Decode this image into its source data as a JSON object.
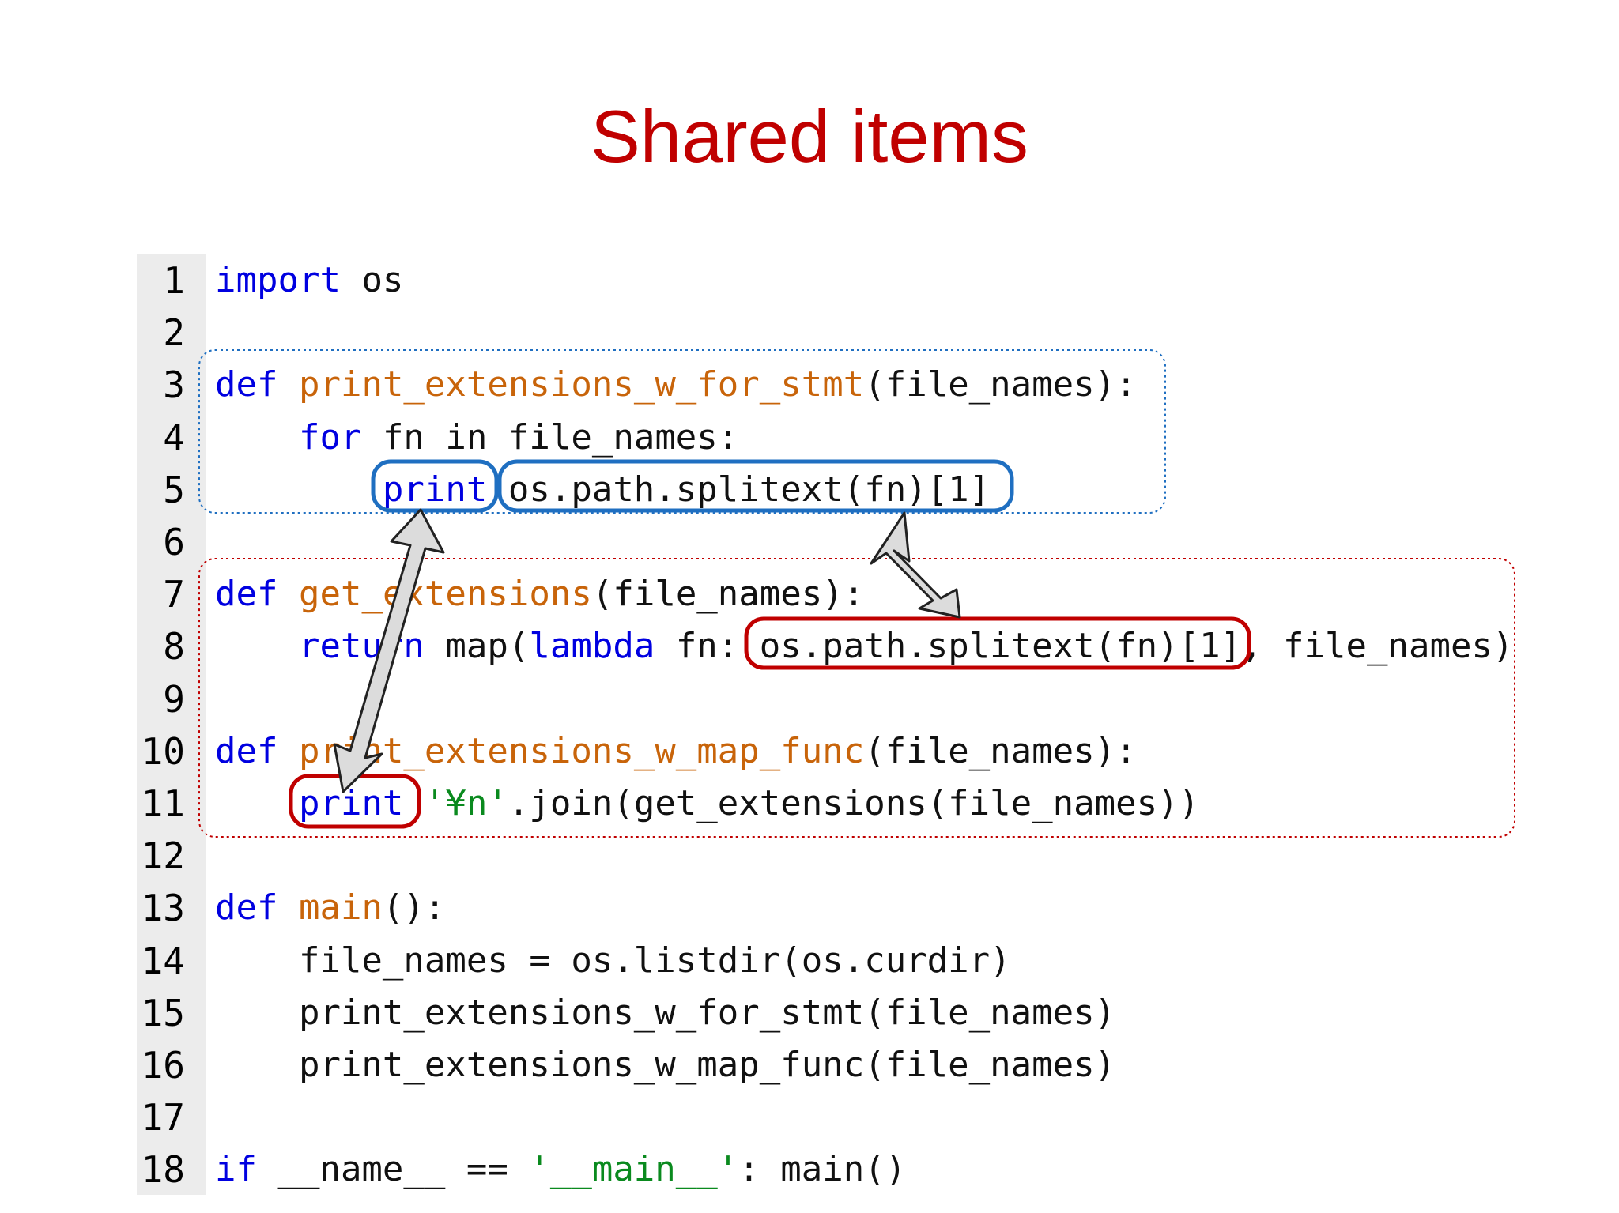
{
  "slide": {
    "title": "Shared items"
  },
  "colors": {
    "title": "#c00000",
    "keyword": "#0000e0",
    "function_name": "#c8640a",
    "string": "#0a8a1e",
    "highlight_blue": "#1f6fc1",
    "highlight_red": "#c00000",
    "arrow_fill": "#dcdcdc",
    "gutter": "#ececec"
  },
  "code": {
    "lines": [
      {
        "num": "1",
        "tokens": [
          {
            "t": "import",
            "c": "kw"
          },
          {
            "t": " os",
            "c": "plain"
          }
        ]
      },
      {
        "num": "2",
        "tokens": []
      },
      {
        "num": "3",
        "tokens": [
          {
            "t": "def",
            "c": "kw"
          },
          {
            "t": " ",
            "c": "plain"
          },
          {
            "t": "print_extensions_w_for_stmt",
            "c": "fn"
          },
          {
            "t": "(file_names):",
            "c": "plain"
          }
        ]
      },
      {
        "num": "4",
        "tokens": [
          {
            "t": "    ",
            "c": "plain"
          },
          {
            "t": "for",
            "c": "kw"
          },
          {
            "t": " fn in file_names:",
            "c": "plain"
          }
        ]
      },
      {
        "num": "5",
        "tokens": [
          {
            "t": "        ",
            "c": "plain"
          },
          {
            "t": "print",
            "c": "kw"
          },
          {
            "t": " os.path.splitext(fn)[1]",
            "c": "plain"
          }
        ]
      },
      {
        "num": "6",
        "tokens": []
      },
      {
        "num": "7",
        "tokens": [
          {
            "t": "def",
            "c": "kw"
          },
          {
            "t": " ",
            "c": "plain"
          },
          {
            "t": "get_extensions",
            "c": "fn"
          },
          {
            "t": "(file_names):",
            "c": "plain"
          }
        ]
      },
      {
        "num": "8",
        "tokens": [
          {
            "t": "    ",
            "c": "plain"
          },
          {
            "t": "return",
            "c": "kw"
          },
          {
            "t": " map(",
            "c": "plain"
          },
          {
            "t": "lambda",
            "c": "kw"
          },
          {
            "t": " fn: os.path.splitext(fn)[1], file_names)",
            "c": "plain"
          }
        ]
      },
      {
        "num": "9",
        "tokens": []
      },
      {
        "num": "10",
        "tokens": [
          {
            "t": "def",
            "c": "kw"
          },
          {
            "t": " ",
            "c": "plain"
          },
          {
            "t": "print_extensions_w_map_func",
            "c": "fn"
          },
          {
            "t": "(file_names):",
            "c": "plain"
          }
        ]
      },
      {
        "num": "11",
        "tokens": [
          {
            "t": "    ",
            "c": "plain"
          },
          {
            "t": "print",
            "c": "kw"
          },
          {
            "t": " ",
            "c": "plain"
          },
          {
            "t": "'¥n'",
            "c": "str"
          },
          {
            "t": ".join(get_extensions(file_names))",
            "c": "plain"
          }
        ]
      },
      {
        "num": "12",
        "tokens": []
      },
      {
        "num": "13",
        "tokens": [
          {
            "t": "def",
            "c": "kw"
          },
          {
            "t": " ",
            "c": "plain"
          },
          {
            "t": "main",
            "c": "fn"
          },
          {
            "t": "():",
            "c": "plain"
          }
        ]
      },
      {
        "num": "14",
        "tokens": [
          {
            "t": "    file_names = os.listdir(os.curdir)",
            "c": "plain"
          }
        ]
      },
      {
        "num": "15",
        "tokens": [
          {
            "t": "    print_extensions_w_for_stmt(file_names)",
            "c": "plain"
          }
        ]
      },
      {
        "num": "16",
        "tokens": [
          {
            "t": "    print_extensions_w_map_func(file_names)",
            "c": "plain"
          }
        ]
      },
      {
        "num": "17",
        "tokens": []
      },
      {
        "num": "18",
        "tokens": [
          {
            "t": "if",
            "c": "kw"
          },
          {
            "t": " __name__ == ",
            "c": "plain"
          },
          {
            "t": "'__main__'",
            "c": "str"
          },
          {
            "t": ": main()",
            "c": "plain"
          }
        ]
      }
    ]
  }
}
